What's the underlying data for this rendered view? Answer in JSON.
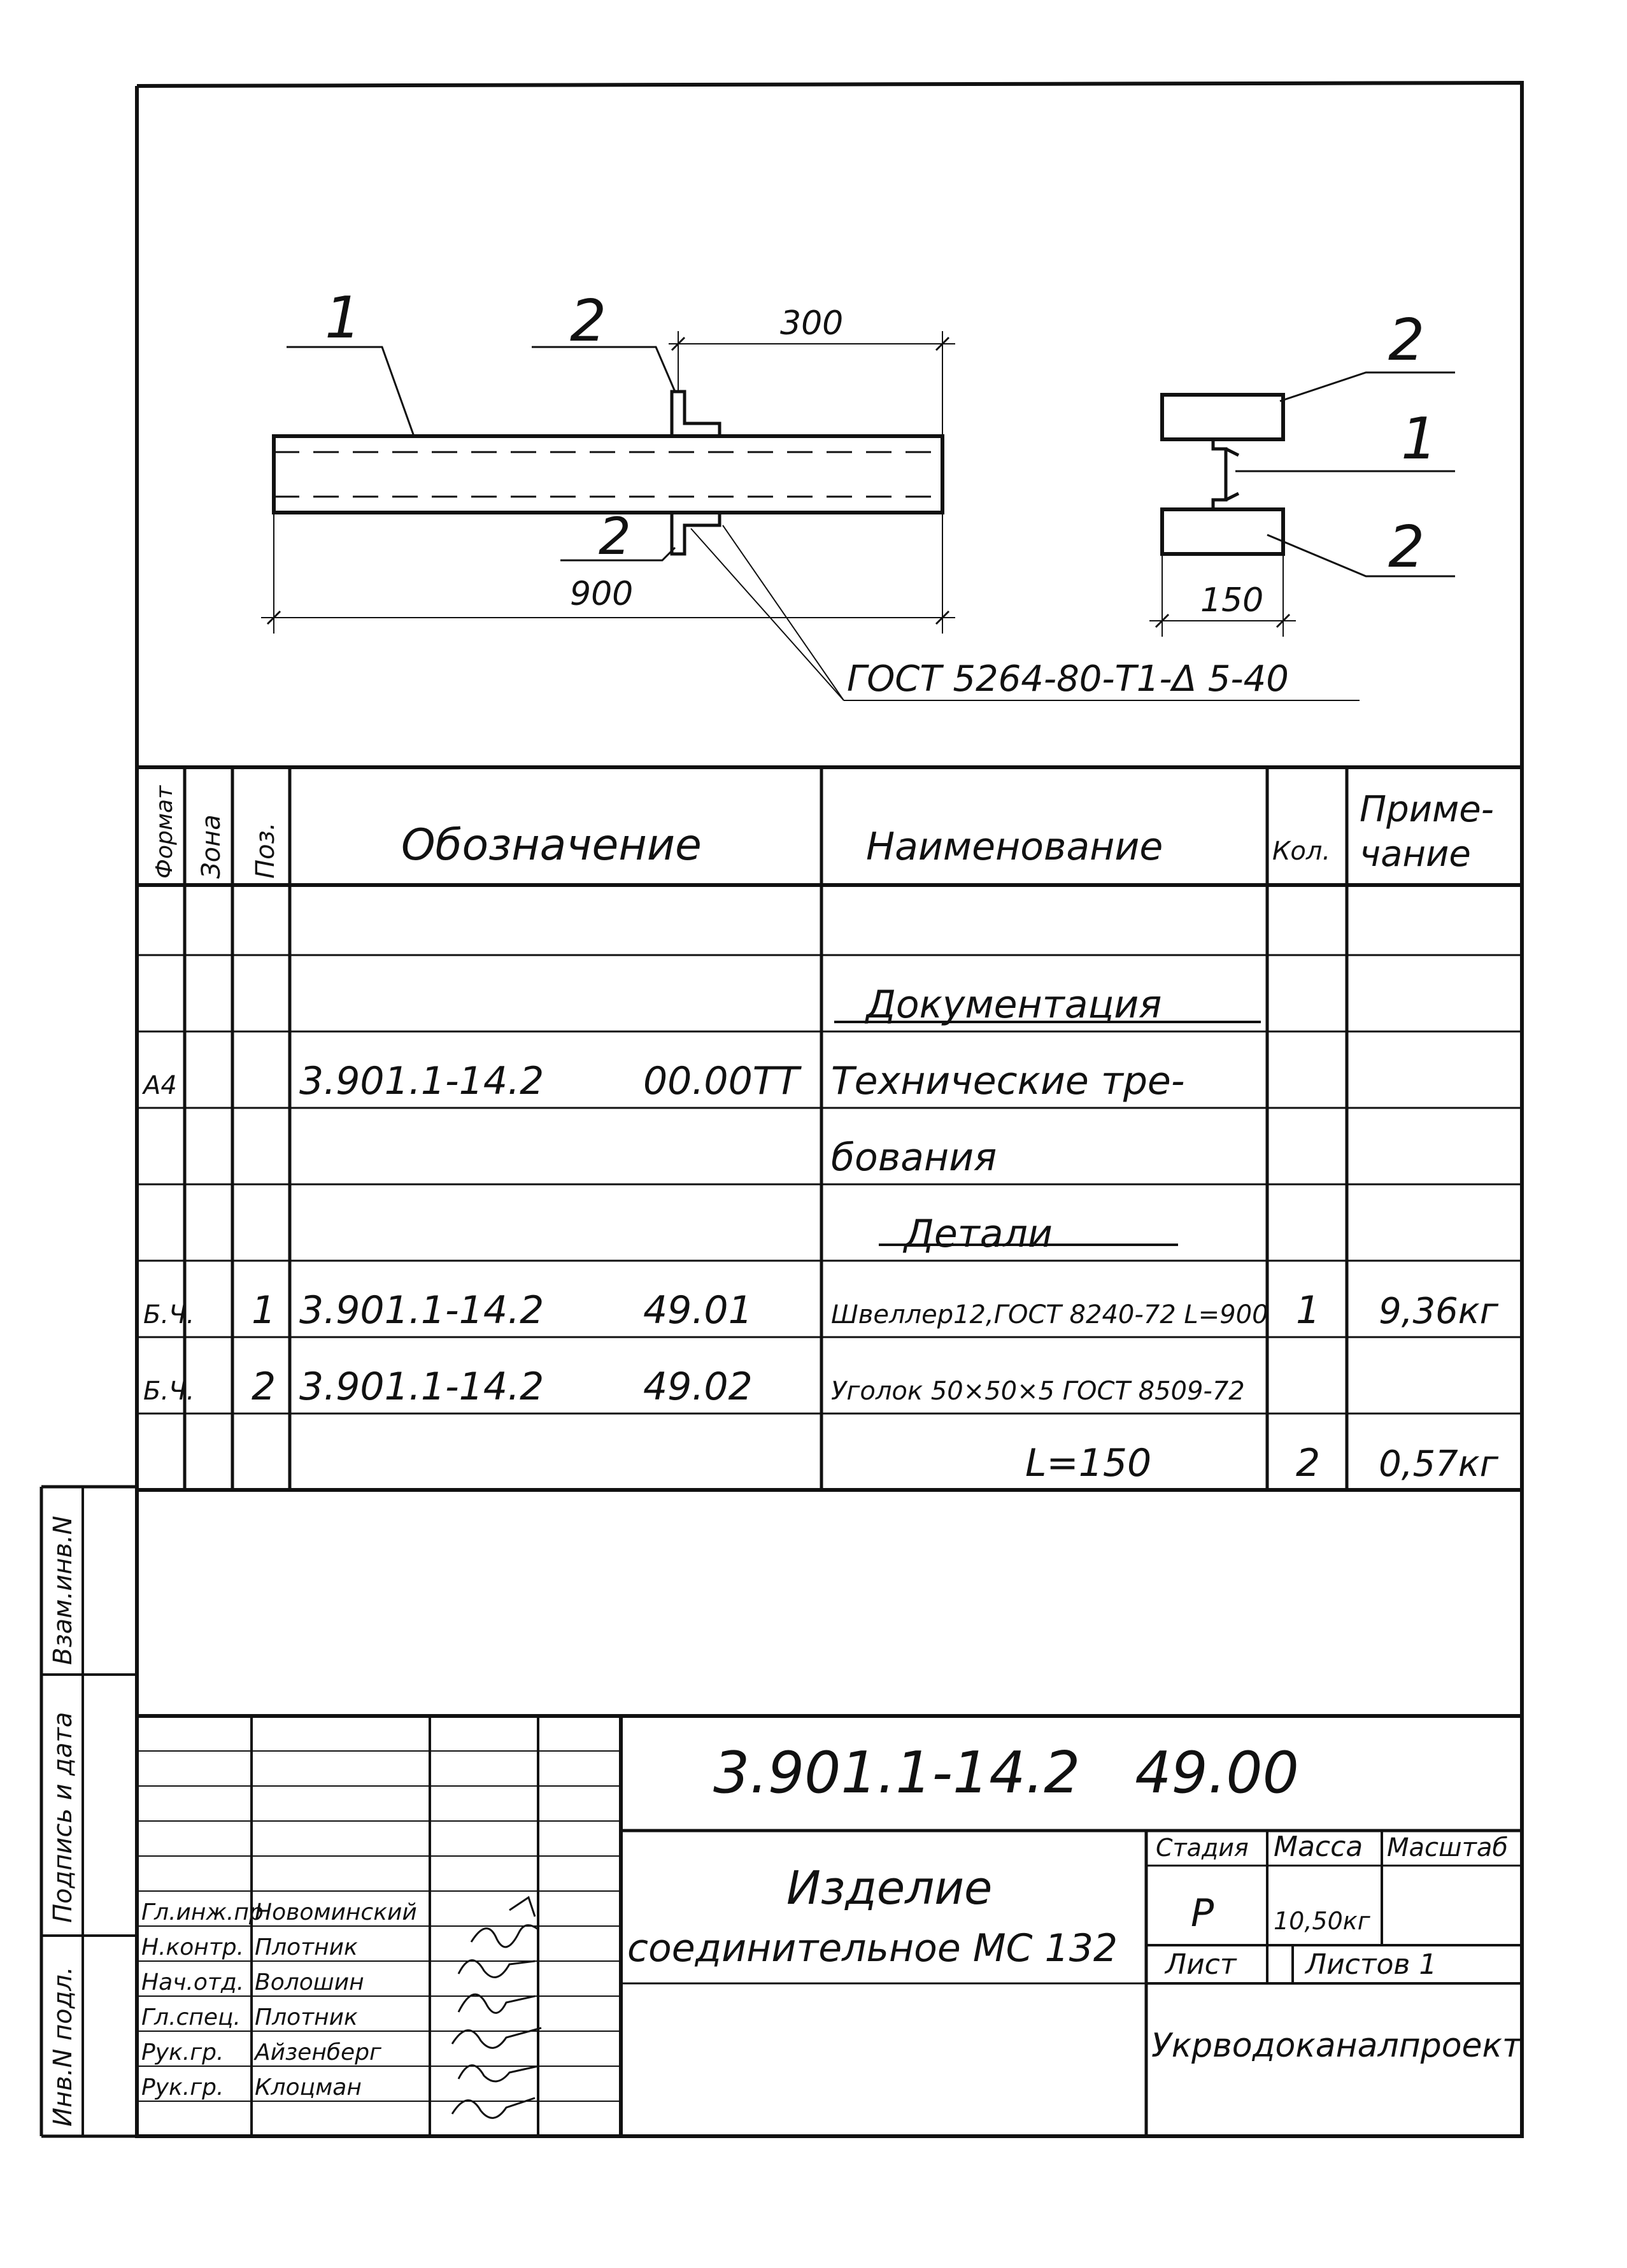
{
  "drawing": {
    "side_view": {
      "leader_labels": [
        "1",
        "2",
        "2"
      ],
      "dimensions": {
        "offset": "300",
        "length": "900"
      },
      "weld_note": "ГОСТ 5264-80-Т1-Δ 5-40"
    },
    "section_view": {
      "leader_labels": [
        "2",
        "1",
        "2"
      ],
      "width": "150"
    }
  },
  "spec_table": {
    "headers": {
      "format": "Формат",
      "zone": "Зона",
      "pos": "Поз.",
      "designation": "Обозначение",
      "name": "Наименование",
      "qty": "Кол.",
      "note": "Приме-чание"
    },
    "rows": [
      {
        "format": "",
        "zone": "",
        "pos": "",
        "designation": "",
        "code": "",
        "name": "",
        "qty": "",
        "note": ""
      },
      {
        "format": "",
        "zone": "",
        "pos": "",
        "designation": "",
        "code": "",
        "name": "Документация",
        "qty": "",
        "note": "",
        "section": true
      },
      {
        "format": "А4",
        "zone": "",
        "pos": "",
        "designation": "3.901.1-14.2",
        "code": "00.00ТТ",
        "name": "Технические тре-",
        "qty": "",
        "note": ""
      },
      {
        "format": "",
        "zone": "",
        "pos": "",
        "designation": "",
        "code": "",
        "name": "бования",
        "qty": "",
        "note": ""
      },
      {
        "format": "",
        "zone": "",
        "pos": "",
        "designation": "",
        "code": "",
        "name": "Детали",
        "qty": "",
        "note": "",
        "section": true
      },
      {
        "format": "Б.Ч.",
        "zone": "",
        "pos": "1",
        "designation": "3.901.1-14.2",
        "code": "49.01",
        "name": "Швеллер12,ГОСТ 8240-72 L=900",
        "qty": "1",
        "note": "9,36кг"
      },
      {
        "format": "Б.Ч.",
        "zone": "",
        "pos": "2",
        "designation": "3.901.1-14.2",
        "code": "49.02",
        "name": "Уголок 50×50×5 ГОСТ 8509-72",
        "qty": "",
        "note": ""
      },
      {
        "format": "",
        "zone": "",
        "pos": "",
        "designation": "",
        "code": "",
        "name": "L=150",
        "qty": "2",
        "note": "0,57кг"
      }
    ]
  },
  "side_stamps": [
    "Инв.N подл.",
    "Подпись и дата",
    "Взам.инв.N"
  ],
  "title_block": {
    "document_code": "3.901.1-14.2   49.00",
    "title_line1": "Изделие",
    "title_line2": "соединительное МС 132",
    "stage_label": "Стадия",
    "mass_label": "Масса",
    "scale_label": "Масштаб",
    "stage_value": "Р",
    "mass_value": "10,50кг",
    "sheet_label": "Лист",
    "sheets_label": "Листов 1",
    "organization": "Укрводоканалпроект",
    "signers": [
      {
        "role": "Гл.инж.пр",
        "name": "Новоминский"
      },
      {
        "role": "Н.контр.",
        "name": "Плотник"
      },
      {
        "role": "Нач.отд.",
        "name": "Волошин"
      },
      {
        "role": "Гл.спец.",
        "name": "Плотник"
      },
      {
        "role": "Рук.гр.",
        "name": "Айзенберг"
      },
      {
        "role": "Рук.гр.",
        "name": "Клоцман"
      }
    ]
  }
}
